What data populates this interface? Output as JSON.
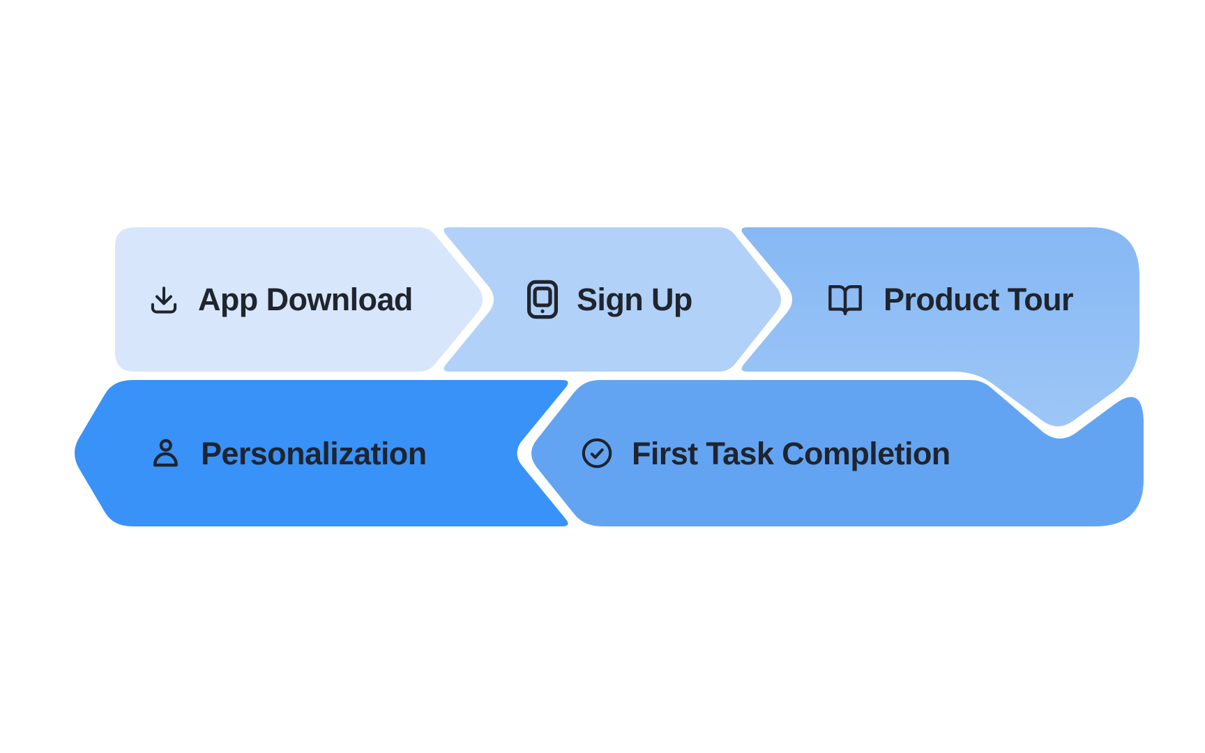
{
  "diagram": {
    "background_color": "#ffffff",
    "text_color": "#1f242e",
    "steps": [
      {
        "label": "App Download",
        "icon": "download-icon",
        "color": "#d7e6fb"
      },
      {
        "label": "Sign Up",
        "icon": "smartphone-icon",
        "color": "#b1d1f8"
      },
      {
        "label": "Product Tour",
        "icon": "book-open-icon",
        "color": "#8cbdf5",
        "color_top": "#86b8f4",
        "color_bottom": "#9dc6f7"
      },
      {
        "label": "Personalization",
        "icon": "user-icon",
        "color": "#3892f8"
      },
      {
        "label": "First Task Completion",
        "icon": "check-circle-icon",
        "color": "#63a4f2"
      }
    ]
  }
}
